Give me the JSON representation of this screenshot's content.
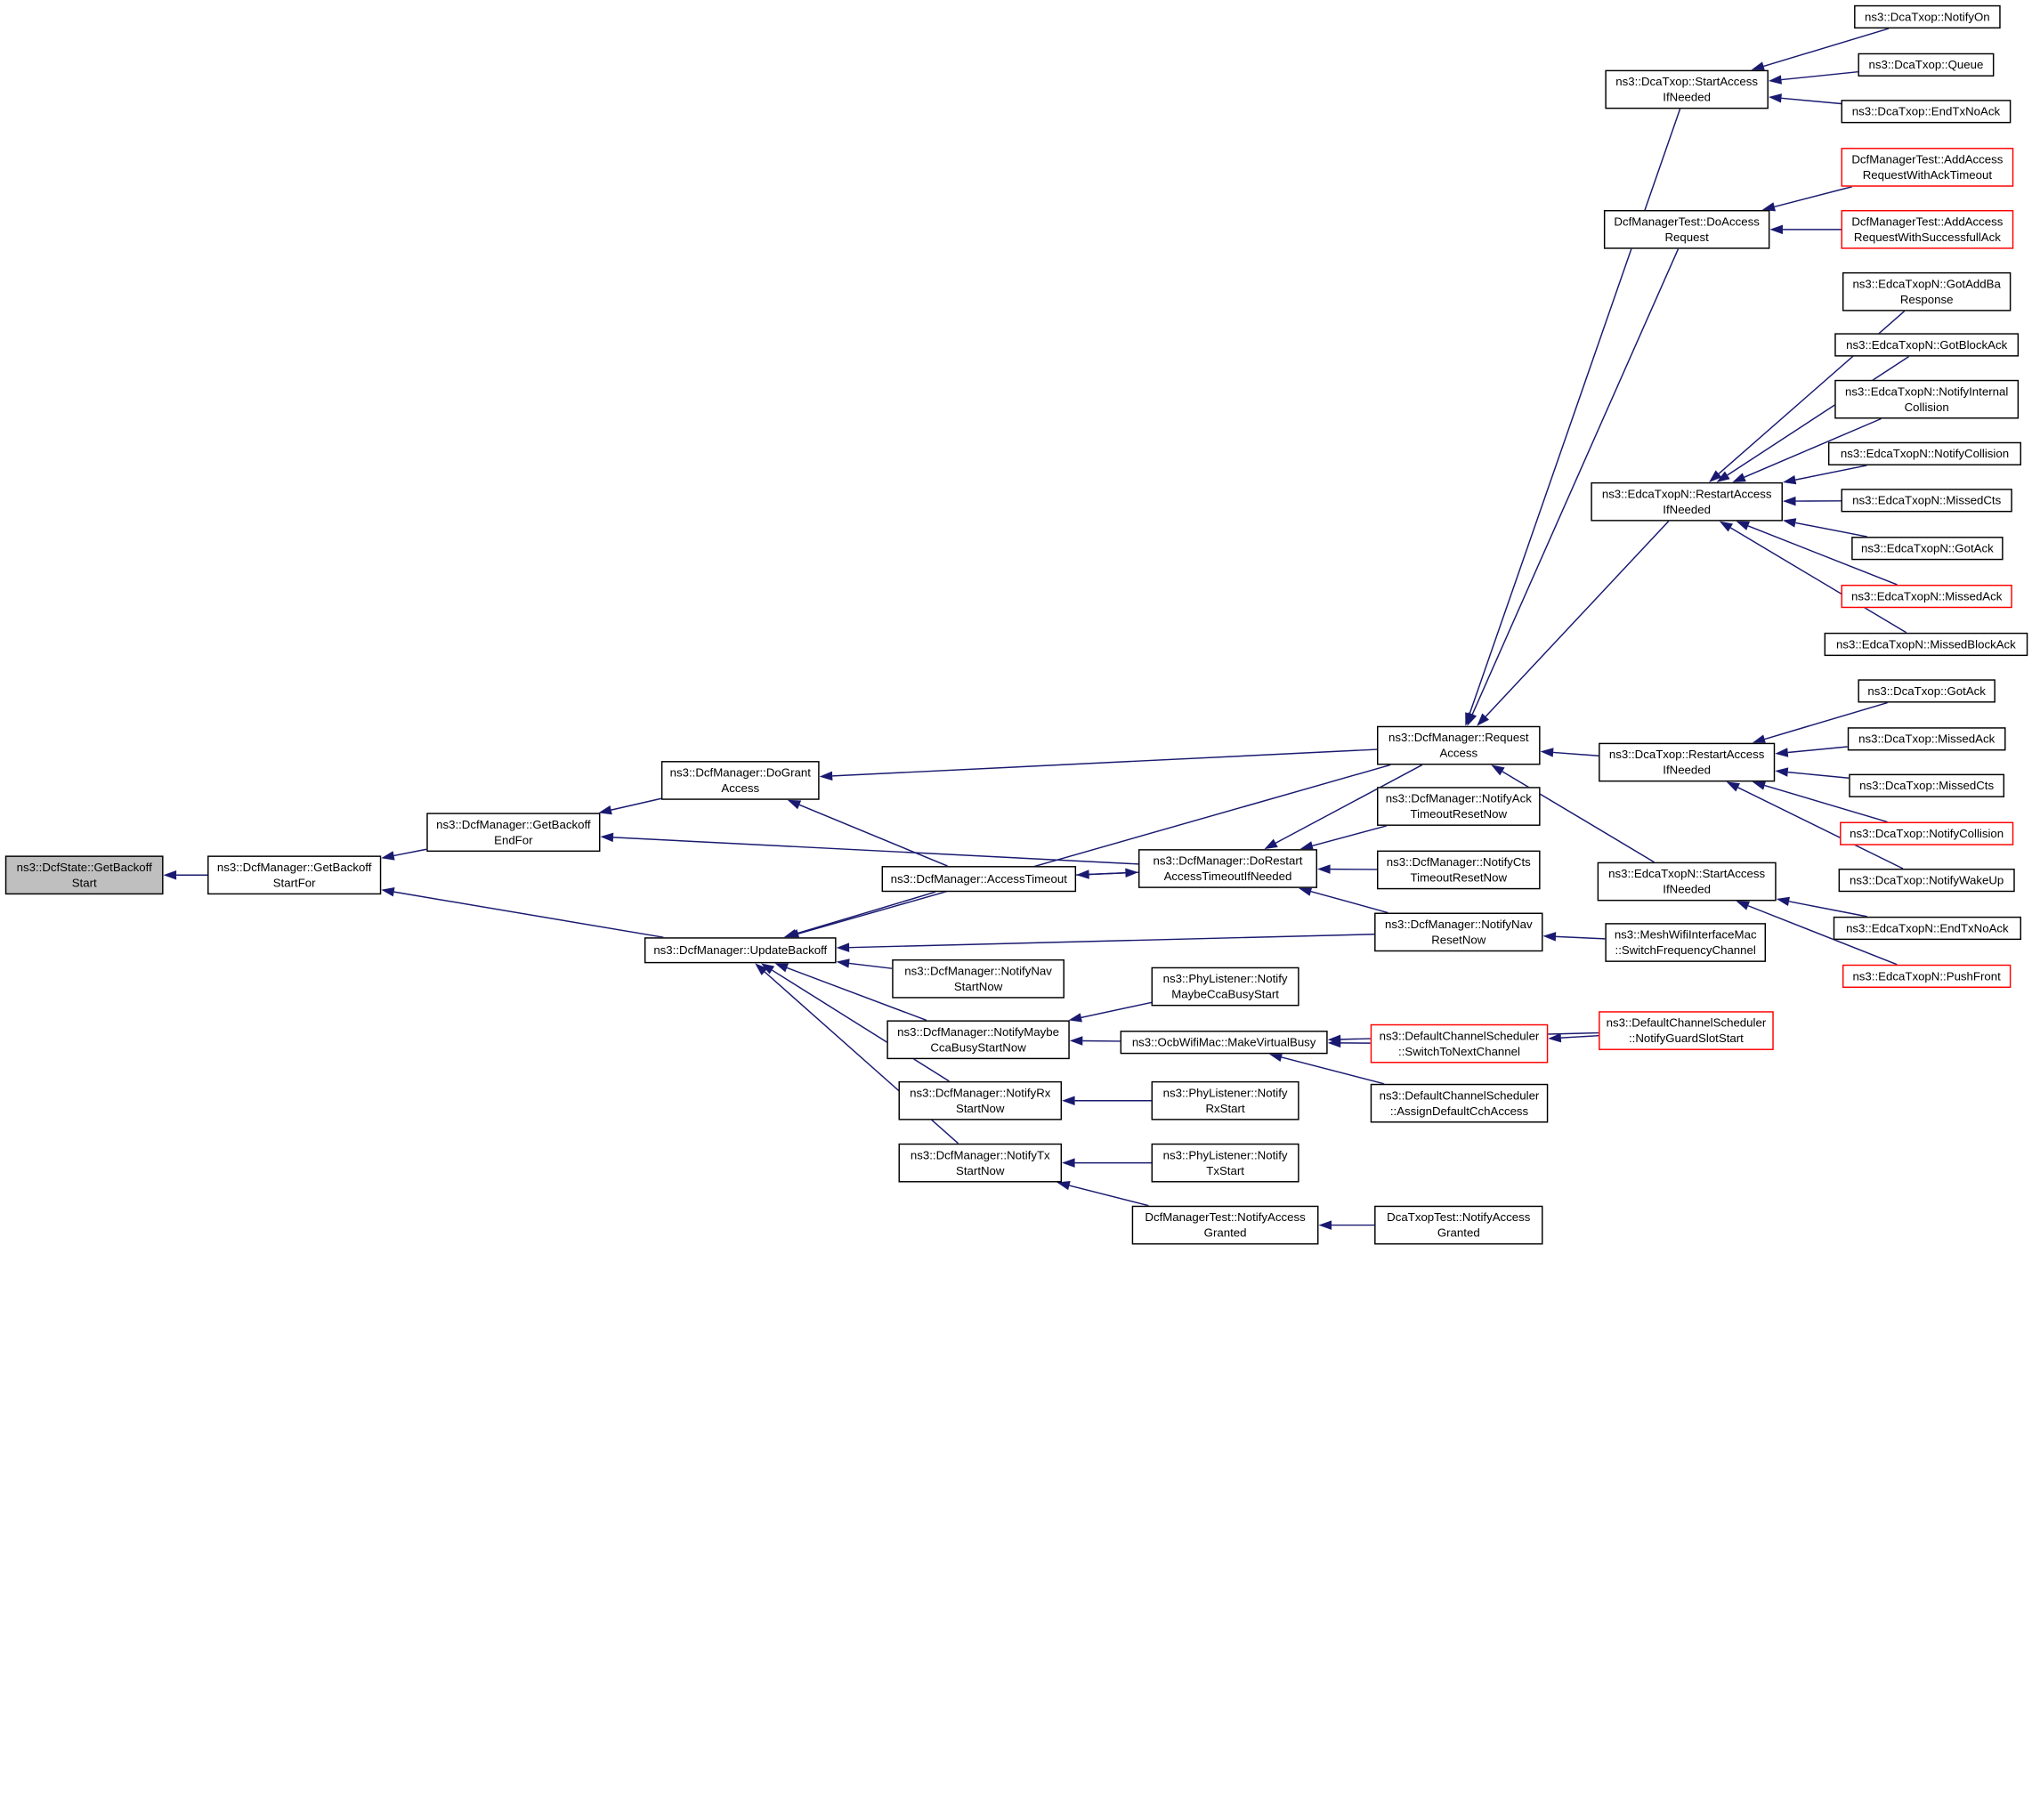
{
  "colors": {
    "edge": "#191970",
    "node_border": "#000000",
    "truncated_border": "#ff0000",
    "root_fill": "#bfbfbf"
  },
  "nodes": [
    {
      "id": "n_root",
      "name": "node-dcfstate-getbackoffstart",
      "lines": [
        "ns3::DcfState::GetBackoff",
        "Start"
      ],
      "root": true
    },
    {
      "id": "n_gbsf",
      "name": "node-getbackoffstartfor",
      "lines": [
        "ns3::DcfManager::GetBackoff",
        "StartFor"
      ]
    },
    {
      "id": "n_gbef",
      "name": "node-getbackoffendfor",
      "lines": [
        "ns3::DcfManager::GetBackoff",
        "EndFor"
      ]
    },
    {
      "id": "n_dogrant",
      "name": "node-dograntaccess",
      "lines": [
        "ns3::DcfManager::DoGrant",
        "Access"
      ]
    },
    {
      "id": "n_update",
      "name": "node-updatebackoff",
      "lines": [
        "ns3::DcfManager::UpdateBackoff"
      ]
    },
    {
      "id": "n_acctimeout",
      "name": "node-accesstimeout",
      "lines": [
        "ns3::DcfManager::AccessTimeout"
      ]
    },
    {
      "id": "n_dorestart",
      "name": "node-dorestartaccesstimeout",
      "lines": [
        "ns3::DcfManager::DoRestart",
        "AccessTimeoutIfNeeded"
      ]
    },
    {
      "id": "n_reqaccess",
      "name": "node-requestaccess",
      "lines": [
        "ns3::DcfManager::Request",
        "Access"
      ]
    },
    {
      "id": "n_notifyack",
      "name": "node-notifyacktimeoutresetnow",
      "lines": [
        "ns3::DcfManager::NotifyAck",
        "TimeoutResetNow"
      ]
    },
    {
      "id": "n_notifycts",
      "name": "node-notifyctstimeoutresetnow",
      "lines": [
        "ns3::DcfManager::NotifyCts",
        "TimeoutResetNow"
      ]
    },
    {
      "id": "n_notifynavreset",
      "name": "node-notifynavresetnow",
      "lines": [
        "ns3::DcfManager::NotifyNav",
        "ResetNow"
      ]
    },
    {
      "id": "n_notifynavstart",
      "name": "node-notifynavstartnow",
      "lines": [
        "ns3::DcfManager::NotifyNav",
        "StartNow"
      ]
    },
    {
      "id": "n_notifymaybe",
      "name": "node-notifymaybeccabusystartnow",
      "lines": [
        "ns3::DcfManager::NotifyMaybe",
        "CcaBusyStartNow"
      ]
    },
    {
      "id": "n_notifyrx",
      "name": "node-notifyrxstartnow",
      "lines": [
        "ns3::DcfManager::NotifyRx",
        "StartNow"
      ]
    },
    {
      "id": "n_notifytx",
      "name": "node-notifytxstartnow",
      "lines": [
        "ns3::DcfManager::NotifyTx",
        "StartNow"
      ]
    },
    {
      "id": "n_phymaybe",
      "name": "node-phylistener-notifymaybeccabusystart",
      "lines": [
        "ns3::PhyListener::Notify",
        "MaybeCcaBusyStart"
      ]
    },
    {
      "id": "n_ocb",
      "name": "node-ocbwifimac-makevirtualbusy",
      "lines": [
        "ns3::OcbWifiMac::MakeVirtualBusy"
      ]
    },
    {
      "id": "n_phyrx",
      "name": "node-phylistener-notifyrxstart",
      "lines": [
        "ns3::PhyListener::Notify",
        "RxStart"
      ]
    },
    {
      "id": "n_phytx",
      "name": "node-phylistener-notifytxstart",
      "lines": [
        "ns3::PhyListener::Notify",
        "TxStart"
      ]
    },
    {
      "id": "n_dcfmtnotify",
      "name": "node-dcfmanagertest-notifyaccessgranted",
      "lines": [
        "DcfManagerTest::NotifyAccess",
        "Granted"
      ]
    },
    {
      "id": "n_dcatxoptest",
      "name": "node-dcatxoptest-notifyaccessgranted",
      "lines": [
        "DcaTxopTest::NotifyAccess",
        "Granted"
      ]
    },
    {
      "id": "n_switchnext",
      "name": "node-defaultchannelscheduler-switchtonextchannel",
      "lines": [
        "ns3::DefaultChannelScheduler",
        "::SwitchToNextChannel"
      ],
      "red": true
    },
    {
      "id": "n_assigncch",
      "name": "node-defaultchannelscheduler-assigndefaultcchaccess",
      "lines": [
        "ns3::DefaultChannelScheduler",
        "::AssignDefaultCchAccess"
      ]
    },
    {
      "id": "n_guardslot",
      "name": "node-defaultchannelscheduler-notifyguardslotstart",
      "lines": [
        "ns3::DefaultChannelScheduler",
        "::NotifyGuardSlotStart"
      ],
      "red": true
    },
    {
      "id": "n_meshswitch",
      "name": "node-meshwifiinterfacemac-switchfrequencychannel",
      "lines": [
        "ns3::MeshWifiInterfaceMac",
        "::SwitchFrequencyChannel"
      ]
    },
    {
      "id": "n_dcastart",
      "name": "node-dcatxop-startaccessifneeded",
      "lines": [
        "ns3::DcaTxop::StartAccess",
        "IfNeeded"
      ]
    },
    {
      "id": "n_dcfmtdoaccess",
      "name": "node-dcfmanagertest-doaccessrequest",
      "lines": [
        "DcfManagerTest::DoAccess",
        "Request"
      ]
    },
    {
      "id": "n_edcarestart",
      "name": "node-edcatxopn-restartaccessifneeded",
      "lines": [
        "ns3::EdcaTxopN::RestartAccess",
        "IfNeeded"
      ]
    },
    {
      "id": "n_dcarestart",
      "name": "node-dcatxop-restartaccessifneeded",
      "lines": [
        "ns3::DcaTxop::RestartAccess",
        "IfNeeded"
      ]
    },
    {
      "id": "n_edcastart",
      "name": "node-edcatxopn-startaccessifneeded",
      "lines": [
        "ns3::EdcaTxopN::StartAccess",
        "IfNeeded"
      ]
    },
    {
      "id": "n_dcanotifyon",
      "name": "node-dcatxop-notifyon",
      "lines": [
        "ns3::DcaTxop::NotifyOn"
      ]
    },
    {
      "id": "n_dcaqueue",
      "name": "node-dcatxop-queue",
      "lines": [
        "ns3::DcaTxop::Queue"
      ]
    },
    {
      "id": "n_dcaendtx",
      "name": "node-dcatxop-endtxnoack",
      "lines": [
        "ns3::DcaTxop::EndTxNoAck"
      ]
    },
    {
      "id": "n_addackto",
      "name": "node-dcfmanagertest-addaccessrequestwithacktimeout",
      "lines": [
        "DcfManagerTest::AddAccess",
        "RequestWithAckTimeout"
      ],
      "red": true
    },
    {
      "id": "n_addsucc",
      "name": "node-dcfmanagertest-addaccessrequestwithsuccessfullack",
      "lines": [
        "DcfManagerTest::AddAccess",
        "RequestWithSuccessfullAck"
      ],
      "red": true
    },
    {
      "id": "n_gotaddba",
      "name": "node-edcatxopn-gotaddbaresponse",
      "lines": [
        "ns3::EdcaTxopN::GotAddBa",
        "Response"
      ]
    },
    {
      "id": "n_gotblockack",
      "name": "node-edcatxopn-gotblockack",
      "lines": [
        "ns3::EdcaTxopN::GotBlockAck"
      ]
    },
    {
      "id": "n_edcaintcoll",
      "name": "node-edcatxopn-notifyinternalcollision",
      "lines": [
        "ns3::EdcaTxopN::NotifyInternal",
        "Collision"
      ]
    },
    {
      "id": "n_edcacoll",
      "name": "node-edcatxopn-notifycollision",
      "lines": [
        "ns3::EdcaTxopN::NotifyCollision"
      ]
    },
    {
      "id": "n_edcamissedcts",
      "name": "node-edcatxopn-missedcts",
      "lines": [
        "ns3::EdcaTxopN::MissedCts"
      ]
    },
    {
      "id": "n_edcagotack",
      "name": "node-edcatxopn-gotack",
      "lines": [
        "ns3::EdcaTxopN::GotAck"
      ]
    },
    {
      "id": "n_edcamissedack",
      "name": "node-edcatxopn-missedack",
      "lines": [
        "ns3::EdcaTxopN::MissedAck"
      ],
      "red": true
    },
    {
      "id": "n_edcamissedblock",
      "name": "node-edcatxopn-missedblockack",
      "lines": [
        "ns3::EdcaTxopN::MissedBlockAck"
      ]
    },
    {
      "id": "n_dcagotack",
      "name": "node-dcatxop-gotack",
      "lines": [
        "ns3::DcaTxop::GotAck"
      ]
    },
    {
      "id": "n_dcamissedack",
      "name": "node-dcatxop-missedack",
      "lines": [
        "ns3::DcaTxop::MissedAck"
      ]
    },
    {
      "id": "n_dcamissedcts",
      "name": "node-dcatxop-missedcts",
      "lines": [
        "ns3::DcaTxop::MissedCts"
      ]
    },
    {
      "id": "n_dcacoll",
      "name": "node-dcatxop-notifycollision",
      "lines": [
        "ns3::DcaTxop::NotifyCollision"
      ],
      "red": true
    },
    {
      "id": "n_dcawakeup",
      "name": "node-dcatxop-notifywakeup",
      "lines": [
        "ns3::DcaTxop::NotifyWakeUp"
      ]
    },
    {
      "id": "n_edcaendtx",
      "name": "node-edcatxopn-endtxnoack",
      "lines": [
        "ns3::EdcaTxopN::EndTxNoAck"
      ]
    },
    {
      "id": "n_edcapush",
      "name": "node-edcatxopn-pushfront",
      "lines": [
        "ns3::EdcaTxopN::PushFront"
      ],
      "red": true
    }
  ],
  "edges": [
    [
      "n_gbsf",
      "n_root"
    ],
    [
      "n_gbef",
      "n_gbsf"
    ],
    [
      "n_update",
      "n_gbsf"
    ],
    [
      "n_dogrant",
      "n_gbef"
    ],
    [
      "n_dorestart",
      "n_gbef"
    ],
    [
      "n_reqaccess",
      "n_dogrant"
    ],
    [
      "n_acctimeout",
      "n_dogrant"
    ],
    [
      "n_reqaccess",
      "n_update"
    ],
    [
      "n_acctimeout",
      "n_update"
    ],
    [
      "n_notifynavreset",
      "n_update"
    ],
    [
      "n_notifynavstart",
      "n_update"
    ],
    [
      "n_notifymaybe",
      "n_update"
    ],
    [
      "n_notifyrx",
      "n_update"
    ],
    [
      "n_notifytx",
      "n_update"
    ],
    [
      "n_dorestart",
      "n_acctimeout"
    ],
    [
      "n_acctimeout",
      "n_dorestart"
    ],
    [
      "n_reqaccess",
      "n_dorestart"
    ],
    [
      "n_notifyack",
      "n_dorestart"
    ],
    [
      "n_notifycts",
      "n_dorestart"
    ],
    [
      "n_notifynavreset",
      "n_dorestart"
    ],
    [
      "n_dcastart",
      "n_reqaccess"
    ],
    [
      "n_dcfmtdoaccess",
      "n_reqaccess"
    ],
    [
      "n_edcarestart",
      "n_reqaccess"
    ],
    [
      "n_dcarestart",
      "n_reqaccess"
    ],
    [
      "n_edcastart",
      "n_reqaccess"
    ],
    [
      "n_meshswitch",
      "n_notifynavreset"
    ],
    [
      "n_phymaybe",
      "n_notifymaybe"
    ],
    [
      "n_ocb",
      "n_notifymaybe"
    ],
    [
      "n_phyrx",
      "n_notifyrx"
    ],
    [
      "n_phytx",
      "n_notifytx"
    ],
    [
      "n_dcfmtnotify",
      "n_notifytx"
    ],
    [
      "n_dcatxoptest",
      "n_dcfmtnotify"
    ],
    [
      "n_switchnext",
      "n_ocb"
    ],
    [
      "n_assigncch",
      "n_ocb"
    ],
    [
      "n_guardslot",
      "n_ocb"
    ],
    [
      "n_guardslot",
      "n_switchnext"
    ],
    [
      "n_dcanotifyon",
      "n_dcastart"
    ],
    [
      "n_dcaqueue",
      "n_dcastart"
    ],
    [
      "n_dcaendtx",
      "n_dcastart"
    ],
    [
      "n_addackto",
      "n_dcfmtdoaccess"
    ],
    [
      "n_addsucc",
      "n_dcfmtdoaccess"
    ],
    [
      "n_gotaddba",
      "n_edcarestart"
    ],
    [
      "n_gotblockack",
      "n_edcarestart"
    ],
    [
      "n_edcaintcoll",
      "n_edcarestart"
    ],
    [
      "n_edcacoll",
      "n_edcarestart"
    ],
    [
      "n_edcamissedcts",
      "n_edcarestart"
    ],
    [
      "n_edcagotack",
      "n_edcarestart"
    ],
    [
      "n_edcamissedack",
      "n_edcarestart"
    ],
    [
      "n_edcamissedblock",
      "n_edcarestart"
    ],
    [
      "n_dcagotack",
      "n_dcarestart"
    ],
    [
      "n_dcamissedack",
      "n_dcarestart"
    ],
    [
      "n_dcamissedcts",
      "n_dcarestart"
    ],
    [
      "n_dcacoll",
      "n_dcarestart"
    ],
    [
      "n_dcawakeup",
      "n_dcarestart"
    ],
    [
      "n_edcaendtx",
      "n_edcastart"
    ],
    [
      "n_edcapush",
      "n_edcastart"
    ]
  ]
}
